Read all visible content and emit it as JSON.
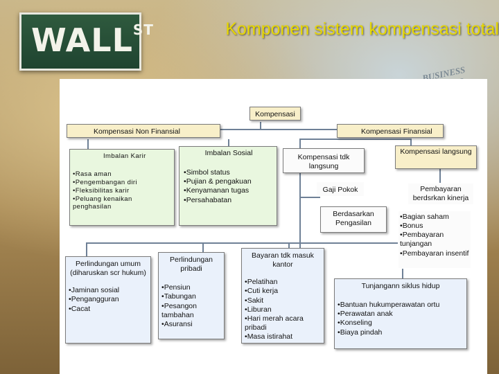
{
  "title": "Komponen sistem kompensasi total",
  "background": {
    "sign_text": "WALL",
    "sign_suffix": "ST",
    "journal_text": "BUSINESS JOURNAL"
  },
  "colors": {
    "title": "#e8d800",
    "green_box": "#e9f7df",
    "tan_box": "#f8efc9",
    "connector": "#6e8096"
  },
  "diagram": {
    "root": "Kompensasi",
    "non_financial": {
      "label": "Kompensasi Non Finansial",
      "career": {
        "title": "Imbalan Karir",
        "items": [
          "Rasa aman",
          "Pengembangan diri",
          "Fleksibilitas karir",
          "Peluang kenaikan penghasilan"
        ]
      },
      "social": {
        "title": "Imbalan Sosial",
        "items": [
          "Simbol status",
          "Pujian & pengakuan",
          "Kenyamanan tugas",
          "Persahabatan"
        ]
      }
    },
    "financial": {
      "label": "Kompensasi Finansial",
      "direct": {
        "label": "Kompensasi langsung",
        "performance": "Pembayaran berdsrkan kinerja",
        "performance_items": [
          "Bagian saham",
          "Bonus",
          "Pembayaran tunjangan",
          "Pembayaran insentif"
        ]
      },
      "indirect": {
        "label": "Kompensasi tdk langsung",
        "base_pay": "Gaji Pokok",
        "income_based": "Berdasarkan Pengasilan",
        "public_protection": {
          "title": "Perlindungan umum (diharuskan scr hukum)",
          "items": [
            "Jaminan sosial",
            "Pengangguran",
            "Cacat"
          ]
        },
        "private_protection": {
          "title": "Perlindungan pribadi",
          "items": [
            "Pensiun",
            "Tabungan",
            "Pesangon tambahan",
            "Asuransi"
          ]
        },
        "time_off": {
          "title": "Bayaran tdk masuk kantor",
          "items": [
            "Pelatihan",
            "Cuti kerja",
            "Sakit",
            "Liburan",
            "Hari merah acara pribadi",
            "Masa istirahat"
          ]
        },
        "life_cycle": {
          "title": "Tunjangann siklus hidup",
          "items": [
            "Bantuan hukumperawatan ortu",
            "Perawatan anak",
            "Konseling",
            "Biaya pindah"
          ]
        }
      }
    }
  }
}
